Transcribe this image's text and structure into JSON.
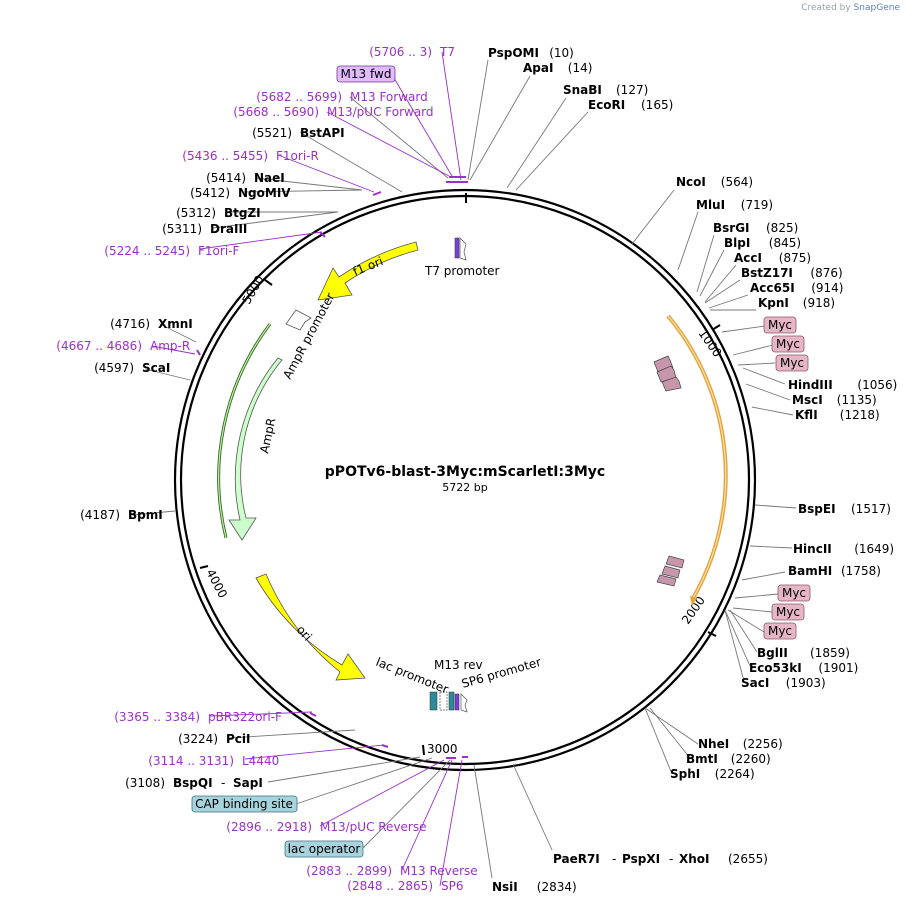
{
  "credit": {
    "prefix": "Created by",
    "brand": "SnapGene"
  },
  "title": "pPOTv6-blast-3Myc:mScarletI:3Myc",
  "length": "5722 bp",
  "colors": {
    "primer": "#9b30c8",
    "ori": "#ffff00",
    "ampr": "#ccffcc",
    "myc": "#e6b6c6",
    "orange": "#f7c26b",
    "cap": "#a7d3dd"
  },
  "ticks": [
    "1000",
    "2000",
    "3000",
    "4000",
    "5000"
  ],
  "features": {
    "t7_promoter": "T7 promoter",
    "f1_ori": "f1 ori",
    "ampr_promoter": "AmpR promoter",
    "ampr": "AmpR",
    "ori": "ori",
    "lac_promoter": "lac promoter",
    "m13_rev": "M13 rev",
    "sp6_promoter": "SP6 promoter"
  },
  "boxes": {
    "m13fwd": "M13 fwd",
    "myc": [
      "Myc",
      "Myc",
      "Myc",
      "Myc",
      "Myc",
      "Myc"
    ],
    "cap": "CAP binding site",
    "lac_operator": "lac operator"
  },
  "labels": [
    {
      "id": "t7",
      "range": "(5706 .. 3)",
      "name": "T7",
      "kind": "primer"
    },
    {
      "id": "m13f2",
      "range": "(5682 .. 5699)",
      "name": "M13 Forward",
      "kind": "primer"
    },
    {
      "id": "m13puc",
      "range": "(5668 .. 5690)",
      "name": "M13/pUC Forward",
      "kind": "primer"
    },
    {
      "id": "bstapi",
      "range": "(5521)",
      "name": "BstAPI",
      "kind": "site"
    },
    {
      "id": "f1orir",
      "range": "(5436 .. 5455)",
      "name": "F1ori-R",
      "kind": "primer"
    },
    {
      "id": "naei",
      "range": "(5414)",
      "name": "NaeI",
      "kind": "site"
    },
    {
      "id": "ngomiv",
      "range": "(5412)",
      "name": "NgoMIV",
      "kind": "site"
    },
    {
      "id": "btgzi",
      "range": "(5312)",
      "name": "BtgZI",
      "kind": "site"
    },
    {
      "id": "draiii",
      "range": "(5311)",
      "name": "DraIII",
      "kind": "site"
    },
    {
      "id": "f1orif",
      "range": "(5224 .. 5245)",
      "name": "F1ori-F",
      "kind": "primer"
    },
    {
      "id": "xmni",
      "range": "(4716)",
      "name": "XmnI",
      "kind": "site"
    },
    {
      "id": "ampr_p",
      "range": "(4667 .. 4686)",
      "name": "Amp-R",
      "kind": "primer"
    },
    {
      "id": "scai",
      "range": "(4597)",
      "name": "ScaI",
      "kind": "site"
    },
    {
      "id": "bpmi",
      "range": "(4187)",
      "name": "BpmI",
      "kind": "site"
    },
    {
      "id": "pbr",
      "range": "(3365 .. 3384)",
      "name": "pBR322ori-F",
      "kind": "primer"
    },
    {
      "id": "pcii",
      "range": "(3224)",
      "name": "PciI",
      "kind": "site"
    },
    {
      "id": "l4440",
      "range": "(3114 .. 3131)",
      "name": "L4440",
      "kind": "primer"
    },
    {
      "id": "bspqi",
      "range": "(3108)",
      "name": "BspQI",
      "name2": "SapI",
      "kind": "site"
    },
    {
      "id": "m13pucrev",
      "range": "(2896 .. 2918)",
      "name": "M13/pUC Reverse",
      "kind": "primer"
    },
    {
      "id": "m13rev2",
      "range": "(2883 .. 2899)",
      "name": "M13 Reverse",
      "kind": "primer"
    },
    {
      "id": "sp6",
      "range": "(2848 .. 2865)",
      "name": "SP6",
      "kind": "primer"
    },
    {
      "id": "pspomi",
      "range": "(10)",
      "name": "PspOMI",
      "kind": "site"
    },
    {
      "id": "apai",
      "range": "(14)",
      "name": "ApaI",
      "kind": "site"
    },
    {
      "id": "snabi",
      "range": "(127)",
      "name": "SnaBI",
      "kind": "site"
    },
    {
      "id": "ecori",
      "range": "(165)",
      "name": "EcoRI",
      "kind": "site"
    },
    {
      "id": "ncoi",
      "range": "(564)",
      "name": "NcoI",
      "kind": "site"
    },
    {
      "id": "mlui",
      "range": "(719)",
      "name": "MluI",
      "kind": "site"
    },
    {
      "id": "bsrgi",
      "range": "(825)",
      "name": "BsrGI",
      "kind": "site"
    },
    {
      "id": "blpi",
      "range": "(845)",
      "name": "BlpI",
      "kind": "site"
    },
    {
      "id": "acci",
      "range": "(875)",
      "name": "AccI",
      "kind": "site"
    },
    {
      "id": "bstz17i",
      "range": "(876)",
      "name": "BstZ17I",
      "kind": "site"
    },
    {
      "id": "acc65i",
      "range": "(914)",
      "name": "Acc65I",
      "kind": "site"
    },
    {
      "id": "kpni",
      "range": "(918)",
      "name": "KpnI",
      "kind": "site"
    },
    {
      "id": "hindiii",
      "range": "(1056)",
      "name": "HindIII",
      "kind": "site"
    },
    {
      "id": "msci",
      "range": "(1135)",
      "name": "MscI",
      "kind": "site"
    },
    {
      "id": "kfli",
      "range": "(1218)",
      "name": "KflI",
      "kind": "site"
    },
    {
      "id": "bspei",
      "range": "(1517)",
      "name": "BspEI",
      "kind": "site"
    },
    {
      "id": "hincii",
      "range": "(1649)",
      "name": "HincII",
      "kind": "site"
    },
    {
      "id": "bamhi",
      "range": "(1758)",
      "name": "BamHI",
      "kind": "site"
    },
    {
      "id": "bglii",
      "range": "(1859)",
      "name": "BglII",
      "kind": "site"
    },
    {
      "id": "eco53ki",
      "range": "(1901)",
      "name": "Eco53kI",
      "kind": "site"
    },
    {
      "id": "saci",
      "range": "(1903)",
      "name": "SacI",
      "kind": "site"
    },
    {
      "id": "nhei",
      "range": "(2256)",
      "name": "NheI",
      "kind": "site"
    },
    {
      "id": "bmti",
      "range": "(2260)",
      "name": "BmtI",
      "kind": "site"
    },
    {
      "id": "sphi",
      "range": "(2264)",
      "name": "SphI",
      "kind": "site"
    },
    {
      "id": "paer7i",
      "range": "(2655)",
      "name": "PaeR7I",
      "name2": "PspXI",
      "name3": "XhoI",
      "kind": "site"
    },
    {
      "id": "nsii",
      "range": "(2834)",
      "name": "NsiI",
      "kind": "site"
    }
  ]
}
